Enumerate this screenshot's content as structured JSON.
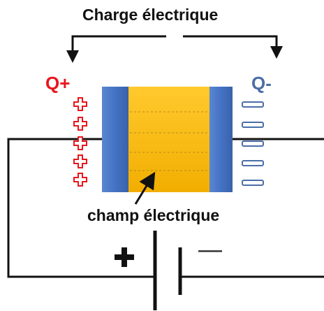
{
  "labels": {
    "charge_electrique": "Charge électrique",
    "q_plus": "Q+",
    "q_minus": "Q-",
    "champ_electrique": "champ électrique",
    "battery_minus": "—"
  },
  "icons": {
    "positive_charge": "plus-sign-outline",
    "negative_charge": "minus-sign-outline",
    "battery_positive": "plus-sign-solid"
  },
  "colors": {
    "positive": "#e8161d",
    "negative": "#4b6ea8",
    "plate": "#4472c4",
    "dielectric": "#f5b800",
    "wire": "#111111"
  }
}
